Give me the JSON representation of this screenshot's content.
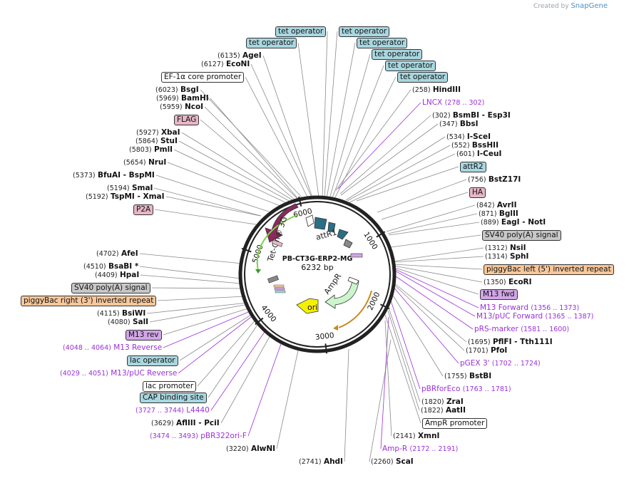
{
  "credit": {
    "prefix": "Created by",
    "brand": "SnapGene"
  },
  "plasmid": {
    "name": "PB-CT3G-ERP2-MG",
    "length_label": "6232 bp",
    "length": 6232
  },
  "ticks": [
    "1000",
    "2000",
    "3000",
    "4000",
    "5000",
    "6000"
  ],
  "map_features": [
    {
      "name": "Tet-On® 3G",
      "color": "#8b2a5c"
    },
    {
      "name": "attR1",
      "color": "#2a6f85"
    },
    {
      "name": "AmpR",
      "color": "#ccf5cc"
    },
    {
      "name": "ori",
      "color": "#f5f000"
    }
  ],
  "labels": [
    {
      "kind": "feature",
      "text": "tet operator",
      "color": "teal"
    },
    {
      "kind": "feature",
      "text": "tet operator",
      "color": "teal"
    },
    {
      "kind": "feature",
      "text": "tet operator",
      "color": "teal"
    },
    {
      "kind": "feature",
      "text": "tet operator",
      "color": "teal"
    },
    {
      "kind": "feature",
      "text": "tet operator",
      "color": "teal"
    },
    {
      "kind": "feature",
      "text": "tet operator",
      "color": "teal"
    },
    {
      "kind": "feature",
      "text": "tet operator",
      "color": "teal"
    },
    {
      "kind": "enzyme",
      "name": "AgeI",
      "pos": "(6135)"
    },
    {
      "kind": "enzyme",
      "name": "EcoNI",
      "pos": "(6127)"
    },
    {
      "kind": "feature",
      "text": "EF-1α core promoter",
      "color": "white"
    },
    {
      "kind": "enzyme",
      "name": "BsgI",
      "pos": "(6023)"
    },
    {
      "kind": "enzyme",
      "name": "BamHI",
      "pos": "(5969)"
    },
    {
      "kind": "enzyme",
      "name": "NcoI",
      "pos": "(5959)"
    },
    {
      "kind": "feature",
      "text": "FLAG",
      "color": "pink"
    },
    {
      "kind": "enzyme",
      "name": "XbaI",
      "pos": "(5927)"
    },
    {
      "kind": "enzyme",
      "name": "StuI",
      "pos": "(5864)"
    },
    {
      "kind": "enzyme",
      "name": "PmlI",
      "pos": "(5803)"
    },
    {
      "kind": "enzyme",
      "name": "NruI",
      "pos": "(5654)"
    },
    {
      "kind": "enzyme",
      "name": "BfuAI - BspMI",
      "pos": "(5373)"
    },
    {
      "kind": "enzyme",
      "name": "SmaI",
      "pos": "(5194)"
    },
    {
      "kind": "enzyme",
      "name": "TspMI - XmaI",
      "pos": "(5192)"
    },
    {
      "kind": "feature",
      "text": "P2A",
      "color": "pink"
    },
    {
      "kind": "enzyme",
      "name": "AfeI",
      "pos": "(4702)"
    },
    {
      "kind": "enzyme",
      "name": "BsaBI *",
      "pos": "(4510)"
    },
    {
      "kind": "enzyme",
      "name": "HpaI",
      "pos": "(4409)"
    },
    {
      "kind": "feature",
      "text": "SV40 poly(A) signal",
      "color": "gray"
    },
    {
      "kind": "feature",
      "text": "piggyBac right (3') inverted repeat",
      "color": "orange"
    },
    {
      "kind": "enzyme",
      "name": "BsiWI",
      "pos": "(4115)"
    },
    {
      "kind": "enzyme",
      "name": "SalI",
      "pos": "(4080)"
    },
    {
      "kind": "feature",
      "text": "M13 rev",
      "color": "purple"
    },
    {
      "kind": "primer",
      "text": "M13 Reverse",
      "range": "(4048 .. 4064)"
    },
    {
      "kind": "feature",
      "text": "lac operator",
      "color": "teal"
    },
    {
      "kind": "primer",
      "text": "M13/pUC Reverse",
      "range": "(4029 .. 4051)"
    },
    {
      "kind": "feature",
      "text": "lac promoter",
      "color": "white"
    },
    {
      "kind": "feature",
      "text": "CAP binding site",
      "color": "teal"
    },
    {
      "kind": "primer",
      "text": "L4440",
      "range": "(3727 .. 3744)"
    },
    {
      "kind": "enzyme",
      "name": "AflIII - PciI",
      "pos": "(3629)"
    },
    {
      "kind": "primer",
      "text": "pBR322ori-F",
      "range": "(3474 .. 3493)"
    },
    {
      "kind": "enzyme",
      "name": "AlwNI",
      "pos": "(3220)"
    },
    {
      "kind": "enzyme",
      "name": "AhdI",
      "pos": "(2741)"
    },
    {
      "kind": "enzyme",
      "name": "ScaI",
      "pos": "(2260)"
    },
    {
      "kind": "primer",
      "text": "Amp-R",
      "range": "(2172 .. 2191)"
    },
    {
      "kind": "enzyme",
      "name": "XmnI",
      "pos": "(2141)"
    },
    {
      "kind": "feature",
      "text": "AmpR promoter",
      "color": "white"
    },
    {
      "kind": "enzyme",
      "name": "AatII",
      "pos": "(1822)"
    },
    {
      "kind": "enzyme",
      "name": "ZraI",
      "pos": "(1820)"
    },
    {
      "kind": "primer",
      "text": "pBRforEco",
      "range": "(1763 .. 1781)"
    },
    {
      "kind": "enzyme",
      "name": "BstBI",
      "pos": "(1755)"
    },
    {
      "kind": "primer",
      "text": "pGEX 3'",
      "range": "(1702 .. 1724)"
    },
    {
      "kind": "enzyme",
      "name": "PfoI",
      "pos": "(1701)"
    },
    {
      "kind": "enzyme",
      "name": "PflFI - Tth111I",
      "pos": "(1695)"
    },
    {
      "kind": "primer",
      "text": "pRS-marker",
      "range": "(1581 .. 1600)"
    },
    {
      "kind": "primer",
      "text": "M13/pUC Forward",
      "range": "(1365 .. 1387)"
    },
    {
      "kind": "primer",
      "text": "M13 Forward",
      "range": "(1356 .. 1373)"
    },
    {
      "kind": "feature",
      "text": "M13 fwd",
      "color": "purple"
    },
    {
      "kind": "enzyme",
      "name": "EcoRI",
      "pos": "(1350)"
    },
    {
      "kind": "feature",
      "text": "piggyBac left (5') inverted repeat",
      "color": "orange"
    },
    {
      "kind": "enzyme",
      "name": "SphI",
      "pos": "(1314)"
    },
    {
      "kind": "enzyme",
      "name": "NsiI",
      "pos": "(1312)"
    },
    {
      "kind": "feature",
      "text": "SV40 poly(A) signal",
      "color": "gray"
    },
    {
      "kind": "enzyme",
      "name": "EagI - NotI",
      "pos": "(889)"
    },
    {
      "kind": "enzyme",
      "name": "BglII",
      "pos": "(871)"
    },
    {
      "kind": "enzyme",
      "name": "AvrII",
      "pos": "(842)"
    },
    {
      "kind": "feature",
      "text": "HA",
      "color": "pink"
    },
    {
      "kind": "enzyme",
      "name": "BstZ17I",
      "pos": "(756)"
    },
    {
      "kind": "feature",
      "text": "attR2",
      "color": "teal"
    },
    {
      "kind": "enzyme",
      "name": "I-CeuI",
      "pos": "(601)"
    },
    {
      "kind": "enzyme",
      "name": "BssHII",
      "pos": "(552)"
    },
    {
      "kind": "enzyme",
      "name": "I-SceI",
      "pos": "(534)"
    },
    {
      "kind": "enzyme",
      "name": "BbsI",
      "pos": "(347)"
    },
    {
      "kind": "enzyme",
      "name": "BsmBI - Esp3I",
      "pos": "(302)"
    },
    {
      "kind": "primer",
      "text": "LNCX",
      "range": "(278 .. 302)"
    },
    {
      "kind": "enzyme",
      "name": "HindIII",
      "pos": "(258)"
    }
  ]
}
